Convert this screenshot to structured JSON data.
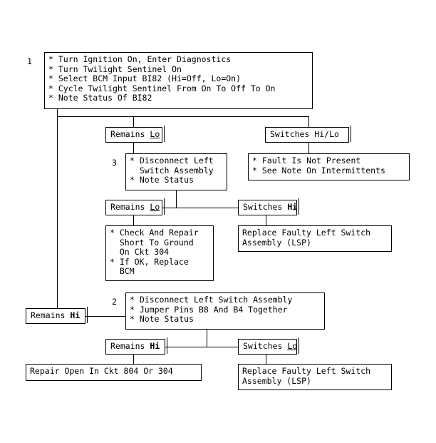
{
  "diagram": {
    "title_present": false,
    "type": "troubleshooting-flowchart",
    "colors": {
      "stroke": "#000000",
      "background": "#ffffff",
      "text": "#000000"
    },
    "steps": {
      "step1": "1",
      "step2": "2",
      "step3": "3"
    },
    "boxes": {
      "step1_box": "* Turn Ignition On, Enter Diagnostics\n* Turn Twilight Sentinel On\n* Select BCM Input BI82 (Hi=Off, Lo=On)\n* Cycle Twilight Sentinel From On To Off To On\n* Note Status Of BI82",
      "step3_box": "* Disconnect Left\n  Switch Assembly\n* Note Status",
      "no_fault_box": "* Fault Is Not Present\n* See Note On Intermittents",
      "short_ground_box": "* Check And Repair\n  Short To Ground\n  On Ckt 304\n* If OK, Replace\n  BCM",
      "replace_lsp_box_upper": "Replace Faulty Left Switch\nAssembly (LSP)",
      "step2_box": "* Disconnect Left Switch Assembly\n* Jumper Pins B8 And B4 Together\n* Note Status",
      "repair_open_box": "Repair Open In Ckt 804 Or 304",
      "replace_lsp_box_lower": "Replace Faulty Left Switch\nAssembly (LSP)"
    },
    "labels": {
      "remains_lo_1_prefix": "Remains ",
      "remains_lo_1_value": "Lo",
      "switches_hilo_text": "Switches Hi/Lo",
      "remains_lo_2_prefix": "Remains ",
      "remains_lo_2_value": "Lo",
      "switches_hi_prefix": "Switches ",
      "switches_hi_value": "Hi",
      "remains_hi_1_prefix": "Remains ",
      "remains_hi_1_value": "Hi",
      "remains_hi_2_prefix": "Remains ",
      "remains_hi_2_value": "Hi",
      "switches_lo_prefix": "Switches ",
      "switches_lo_value": "Lo"
    }
  }
}
